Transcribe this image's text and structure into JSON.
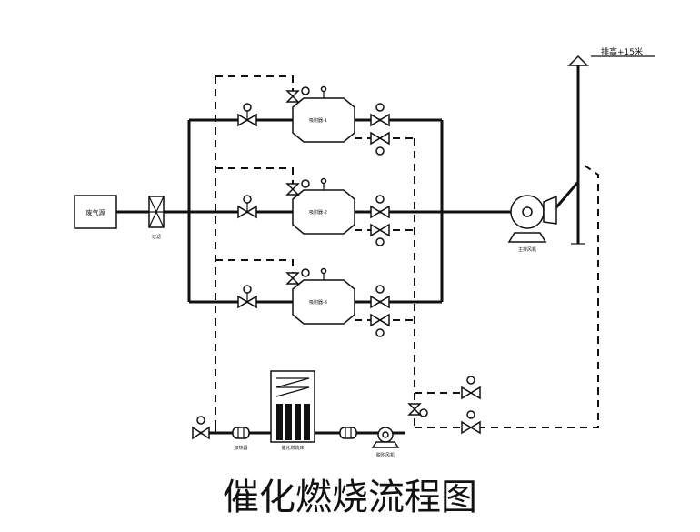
{
  "title": "催化燃烧流程图",
  "labels": {
    "source_box": "废气源",
    "filter": "过滤",
    "adsorber_1": "吸附器-1",
    "adsorber_2": "吸附器-2",
    "adsorber_3": "吸附器-3",
    "main_fan": "主排风机",
    "stack_height": "排高+15米",
    "heater": "加热器",
    "catalytic_bed": "催化燃烧床",
    "desorb_fan": "脱附风机"
  }
}
